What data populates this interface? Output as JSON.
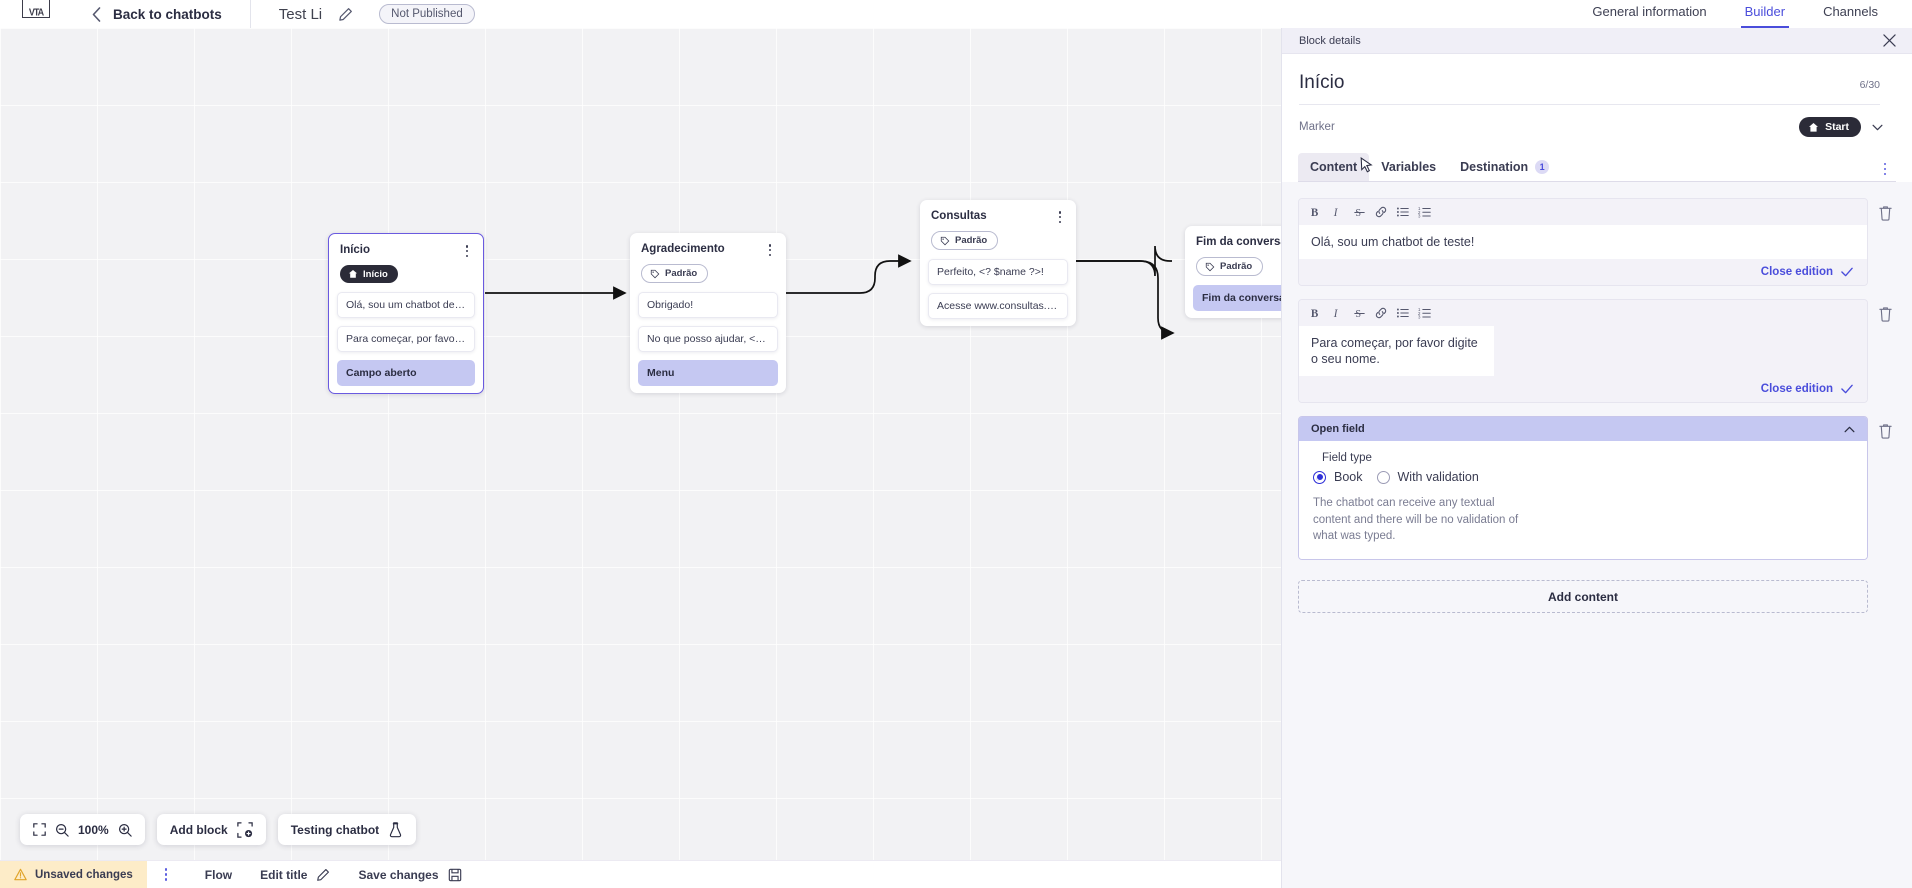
{
  "topbar": {
    "logo_text": "VTA",
    "back_label": "Back to chatbots",
    "bot_title": "Test Li",
    "status_pill": "Not Published",
    "tabs": [
      {
        "label": "General information",
        "active": false
      },
      {
        "label": "Builder",
        "active": true
      },
      {
        "label": "Channels",
        "active": false
      }
    ]
  },
  "canvas": {
    "nodes": [
      {
        "title": "Início",
        "badge": "Início",
        "badge_type": "start",
        "rows": [
          {
            "text": "Olá, sou um chatbot de teste!",
            "highlight": false
          },
          {
            "text": "Para começar, por favor digite o ...",
            "highlight": false
          },
          {
            "text": "Campo aberto",
            "highlight": true
          }
        ]
      },
      {
        "title": "Agradecimento",
        "badge": "Padrão",
        "badge_type": "default",
        "rows": [
          {
            "text": "Obrigado!",
            "highlight": false
          },
          {
            "text": "No que posso ajudar, <? $name ...",
            "highlight": false
          },
          {
            "text": "Menu",
            "highlight": true
          }
        ]
      },
      {
        "title": "Consultas",
        "badge": "Padrão",
        "badge_type": "default",
        "rows": [
          {
            "text": "Perfeito, <? $name ?>!",
            "highlight": false
          },
          {
            "text": "Acesse www.consultas.com par...",
            "highlight": false
          }
        ]
      },
      {
        "title": "Fim da conversa",
        "badge": "Padrão",
        "badge_type": "default",
        "rows": [
          {
            "text": "Fim da conversa",
            "highlight": true
          }
        ]
      }
    ]
  },
  "float_toolbar": {
    "zoom_level": "100%",
    "add_block_label": "Add block",
    "testing_label": "Testing chatbot"
  },
  "statusbar": {
    "unsaved_label": "Unsaved changes",
    "flow_label": "Flow",
    "edit_title_label": "Edit title",
    "save_label": "Save changes"
  },
  "panel": {
    "header_label": "Block details",
    "title": "Início",
    "char_count": "6/30",
    "marker_label": "Marker",
    "marker_value": "Start",
    "tabs": [
      {
        "label": "Content",
        "active": true,
        "badge": ""
      },
      {
        "label": "Variables",
        "active": false,
        "badge": ""
      },
      {
        "label": "Destination",
        "active": false,
        "badge": "1"
      }
    ],
    "editors": [
      {
        "text": "Olá, sou um chatbot de teste!",
        "close_label": "Close edition"
      },
      {
        "text": "Para começar, por favor digite o seu nome.",
        "close_label": "Close edition"
      }
    ],
    "open_field": {
      "title": "Open field",
      "field_type_label": "Field type",
      "options": [
        {
          "label": "Book",
          "selected": true
        },
        {
          "label": "With validation",
          "selected": false
        }
      ],
      "description": "The chatbot can receive any textual content and there will be no validation of what was typed."
    },
    "add_content_label": "Add content"
  },
  "colors": {
    "accent": "#4a4ddb",
    "highlight": "#c5c8f2",
    "dark_badge": "#2b2b38",
    "unsaved_bg": "#fdecc8",
    "canvas_bg": "#f2f2f4"
  }
}
